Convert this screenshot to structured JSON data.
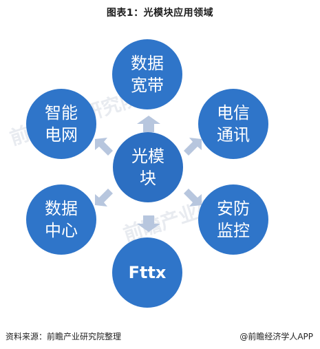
{
  "title": "图表1：光模块应用领域",
  "center_label": "光模块",
  "nodes": {
    "top": "数据宽带",
    "top_right": "电信通讯",
    "bottom_right": "安防监控",
    "bottom": "Fttx",
    "bottom_left": "数据中心",
    "top_left": "智能电网"
  },
  "watermark": "前瞻产业研究院",
  "footer": {
    "source": "资料来源：前瞻产业研究院整理",
    "brand": "@前瞻经济学人APP"
  },
  "colors": {
    "node_fill": "#2f75c9",
    "arrow_fill": "#b7c6de"
  }
}
